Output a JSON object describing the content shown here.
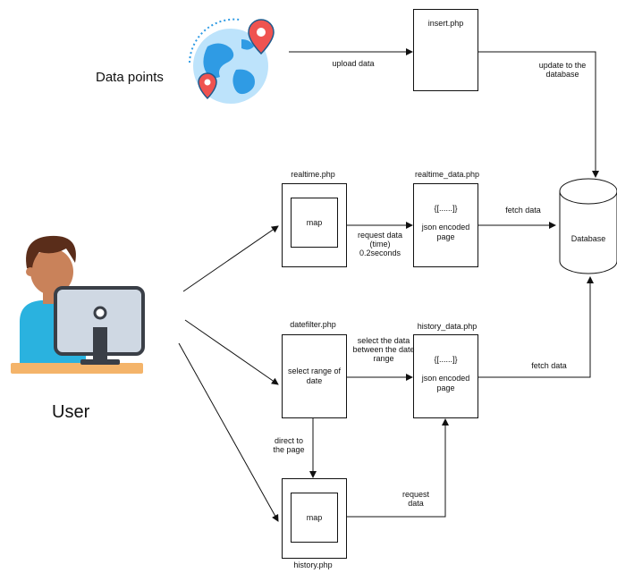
{
  "external": {
    "data_points": "Data points",
    "user": "User"
  },
  "nodes": {
    "insert": {
      "title": "insert.php"
    },
    "realtime": {
      "title": "realtime.php",
      "inner": "map"
    },
    "realtime_data": {
      "title": "realtime_data.php",
      "brace": "{[......]}",
      "body": "json encoded page"
    },
    "datefilter": {
      "title": "datefilter.php",
      "body": "select range of date"
    },
    "history_data": {
      "title": "history_data.php",
      "brace": "{[......]}",
      "body": "json encoded page"
    },
    "history": {
      "title": "history.php",
      "inner": "map"
    },
    "database": {
      "title": "Database"
    }
  },
  "edges": {
    "upload": "upload data",
    "update": "update to the database",
    "request_time": "request data (time) 0.2seconds",
    "fetch1": "fetch data",
    "select_data": "select the data between the date range",
    "fetch2": "fetch data",
    "direct": "direct to the page",
    "request2": "request data"
  },
  "colors": {
    "globe_blue": "#2f9be4",
    "globe_light": "#bde3fb",
    "pin_red": "#ef5350",
    "skin": "#c9825a",
    "hair": "#5a2d1a",
    "shirt": "#2ab2df",
    "monitor": "#cfd8e3",
    "desk": "#f4b46a"
  }
}
